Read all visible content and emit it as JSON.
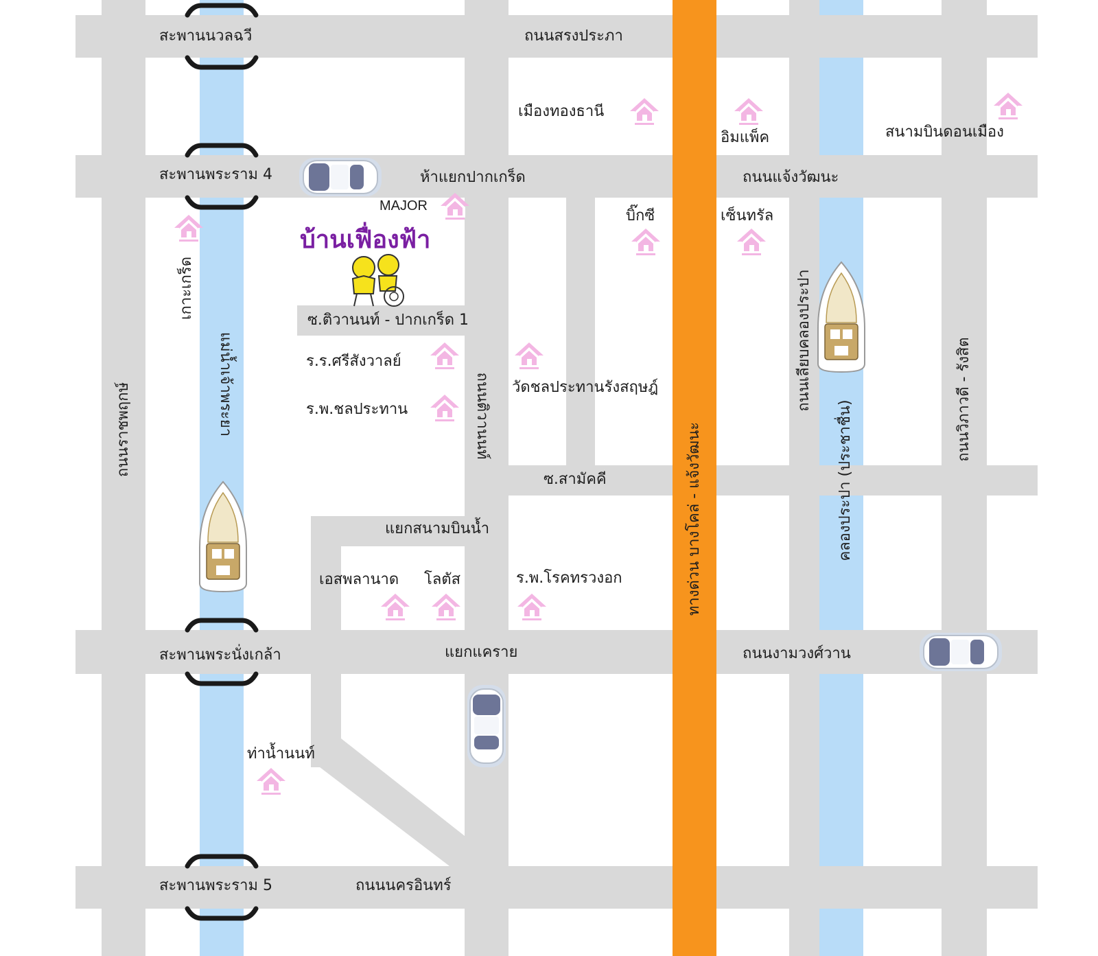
{
  "colors": {
    "road": "#d9d9d9",
    "water": "#b8dcf8",
    "expressway": "#f7941d",
    "landmark": "#f3b6e3",
    "title": "#7a1fa2",
    "bridge": "#1a1a1a"
  },
  "title": "บ้านเฟื่องฟ้า",
  "horizontal_roads": {
    "nawalchawi_bridge": "สะพานนวลฉวี",
    "songprapha_rd": "ถนนสรงประภา",
    "rama4_bridge": "สะพานพระราม 4",
    "pakkret_junction": "ห้าแยกปากเกร็ด",
    "chaengwattana_rd": "ถนนแจ้งวัฒนะ",
    "soi_tiwanon": "ซ.ติวานนท์ - ปากเกร็ด 1",
    "soi_samakkhi": "ซ.สามัคคี",
    "sanambinnam_junction": "แยกสนามบินน้ำ",
    "phranangklao_bridge": "สะพานพระนั่งเกล้า",
    "khae_rai_junction": "แยกแคราย",
    "ngamwongwan_rd": "ถนนงามวงศ์วาน",
    "rama5_bridge": "สะพานพระราม 5",
    "nakhon_in_rd": "ถนนนครอินทร์"
  },
  "vertical_labels": {
    "ratchaphruek_rd": "ถนนราชพฤกษ์",
    "ko_kret": "เกาะเกร็ด",
    "chao_phraya_river": "แม่น้ำเจ้าพระยา",
    "tiwanon_rd": "ถนนติวานนท์",
    "expressway": "ทางด่วน บางโคล่ - แจ้งวัฒนะ",
    "khlong_prapa_rd": "ถนนเลียบคลองประปา",
    "khlong_prapa": "คลองประปา (ประชาชื่น)",
    "vibhavadi_rd": "ถนนวิภาวดี - รังสิต"
  },
  "landmarks": {
    "muang_thong": "เมืองทองธานี",
    "impact": "อิมแพ็ค",
    "don_mueang": "สนามบินดอนเมือง",
    "major": "MAJOR",
    "big_c": "บิ๊กซี",
    "central": "เซ็นทรัล",
    "srisangwan_school": "ร.ร.ศรีสังวาลย์",
    "chonprathan_hospital": "ร.พ.ชลประทาน",
    "wat_chonprathan": "วัดชลประทานรังสฤษฎ์",
    "esplanade": "เอสพลานาด",
    "lotus": "โลตัส",
    "chest_hospital": "ร.พ.โรคทรวงอก",
    "tha_nam_non": "ท่าน้ำนนท์"
  },
  "icons": {
    "landmark": "house-icon",
    "car": "car-icon",
    "boat": "boat-icon",
    "mascot": "children-mascot-icon"
  }
}
